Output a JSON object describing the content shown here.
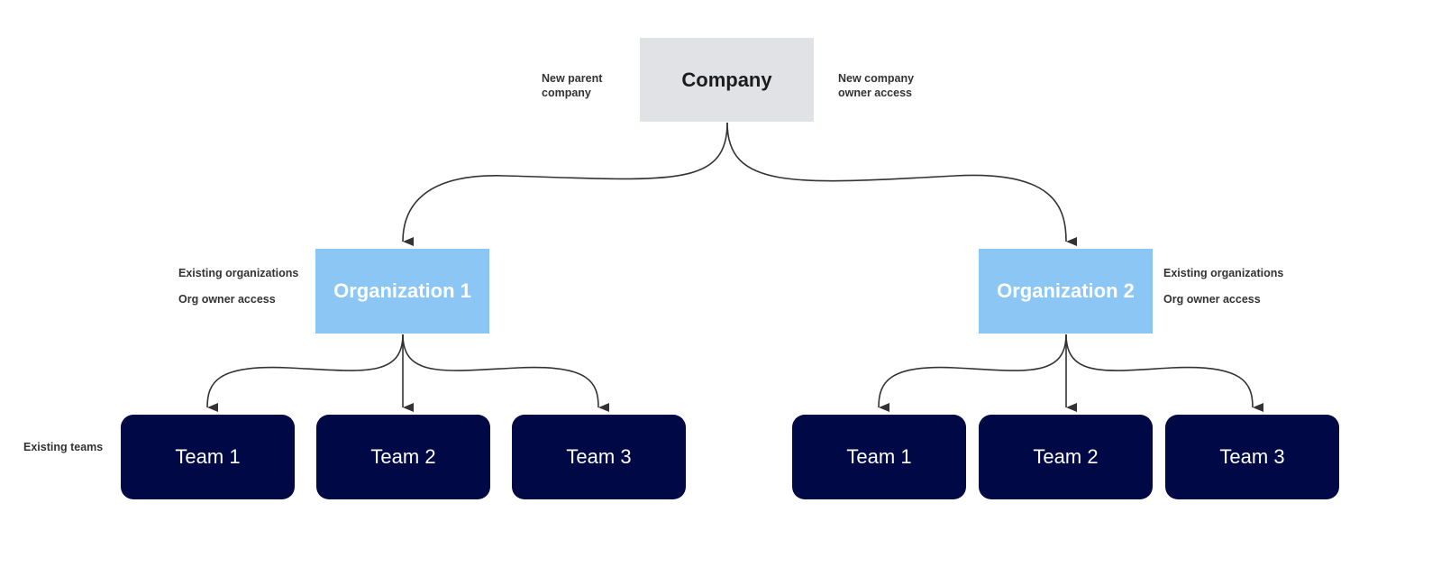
{
  "company": {
    "label": "Company",
    "note_left": [
      "New parent",
      "company"
    ],
    "note_right": [
      "New company",
      "owner access"
    ]
  },
  "organizations": [
    {
      "label": "Organization 1",
      "note_1": "Existing organizations",
      "note_2": "Org owner access"
    },
    {
      "label": "Organization 2",
      "note_1": "Existing organizations",
      "note_2": "Org owner access"
    }
  ],
  "teams_note": "Existing teams",
  "teams": [
    {
      "label": "Team 1"
    },
    {
      "label": "Team 2"
    },
    {
      "label": "Team 3"
    },
    {
      "label": "Team 1"
    },
    {
      "label": "Team 2"
    },
    {
      "label": "Team 3"
    }
  ],
  "colors": {
    "company_fill": "#e1e2e6",
    "org_fill": "#8cc6f5",
    "team_fill": "#000846",
    "connector": "#333333"
  }
}
